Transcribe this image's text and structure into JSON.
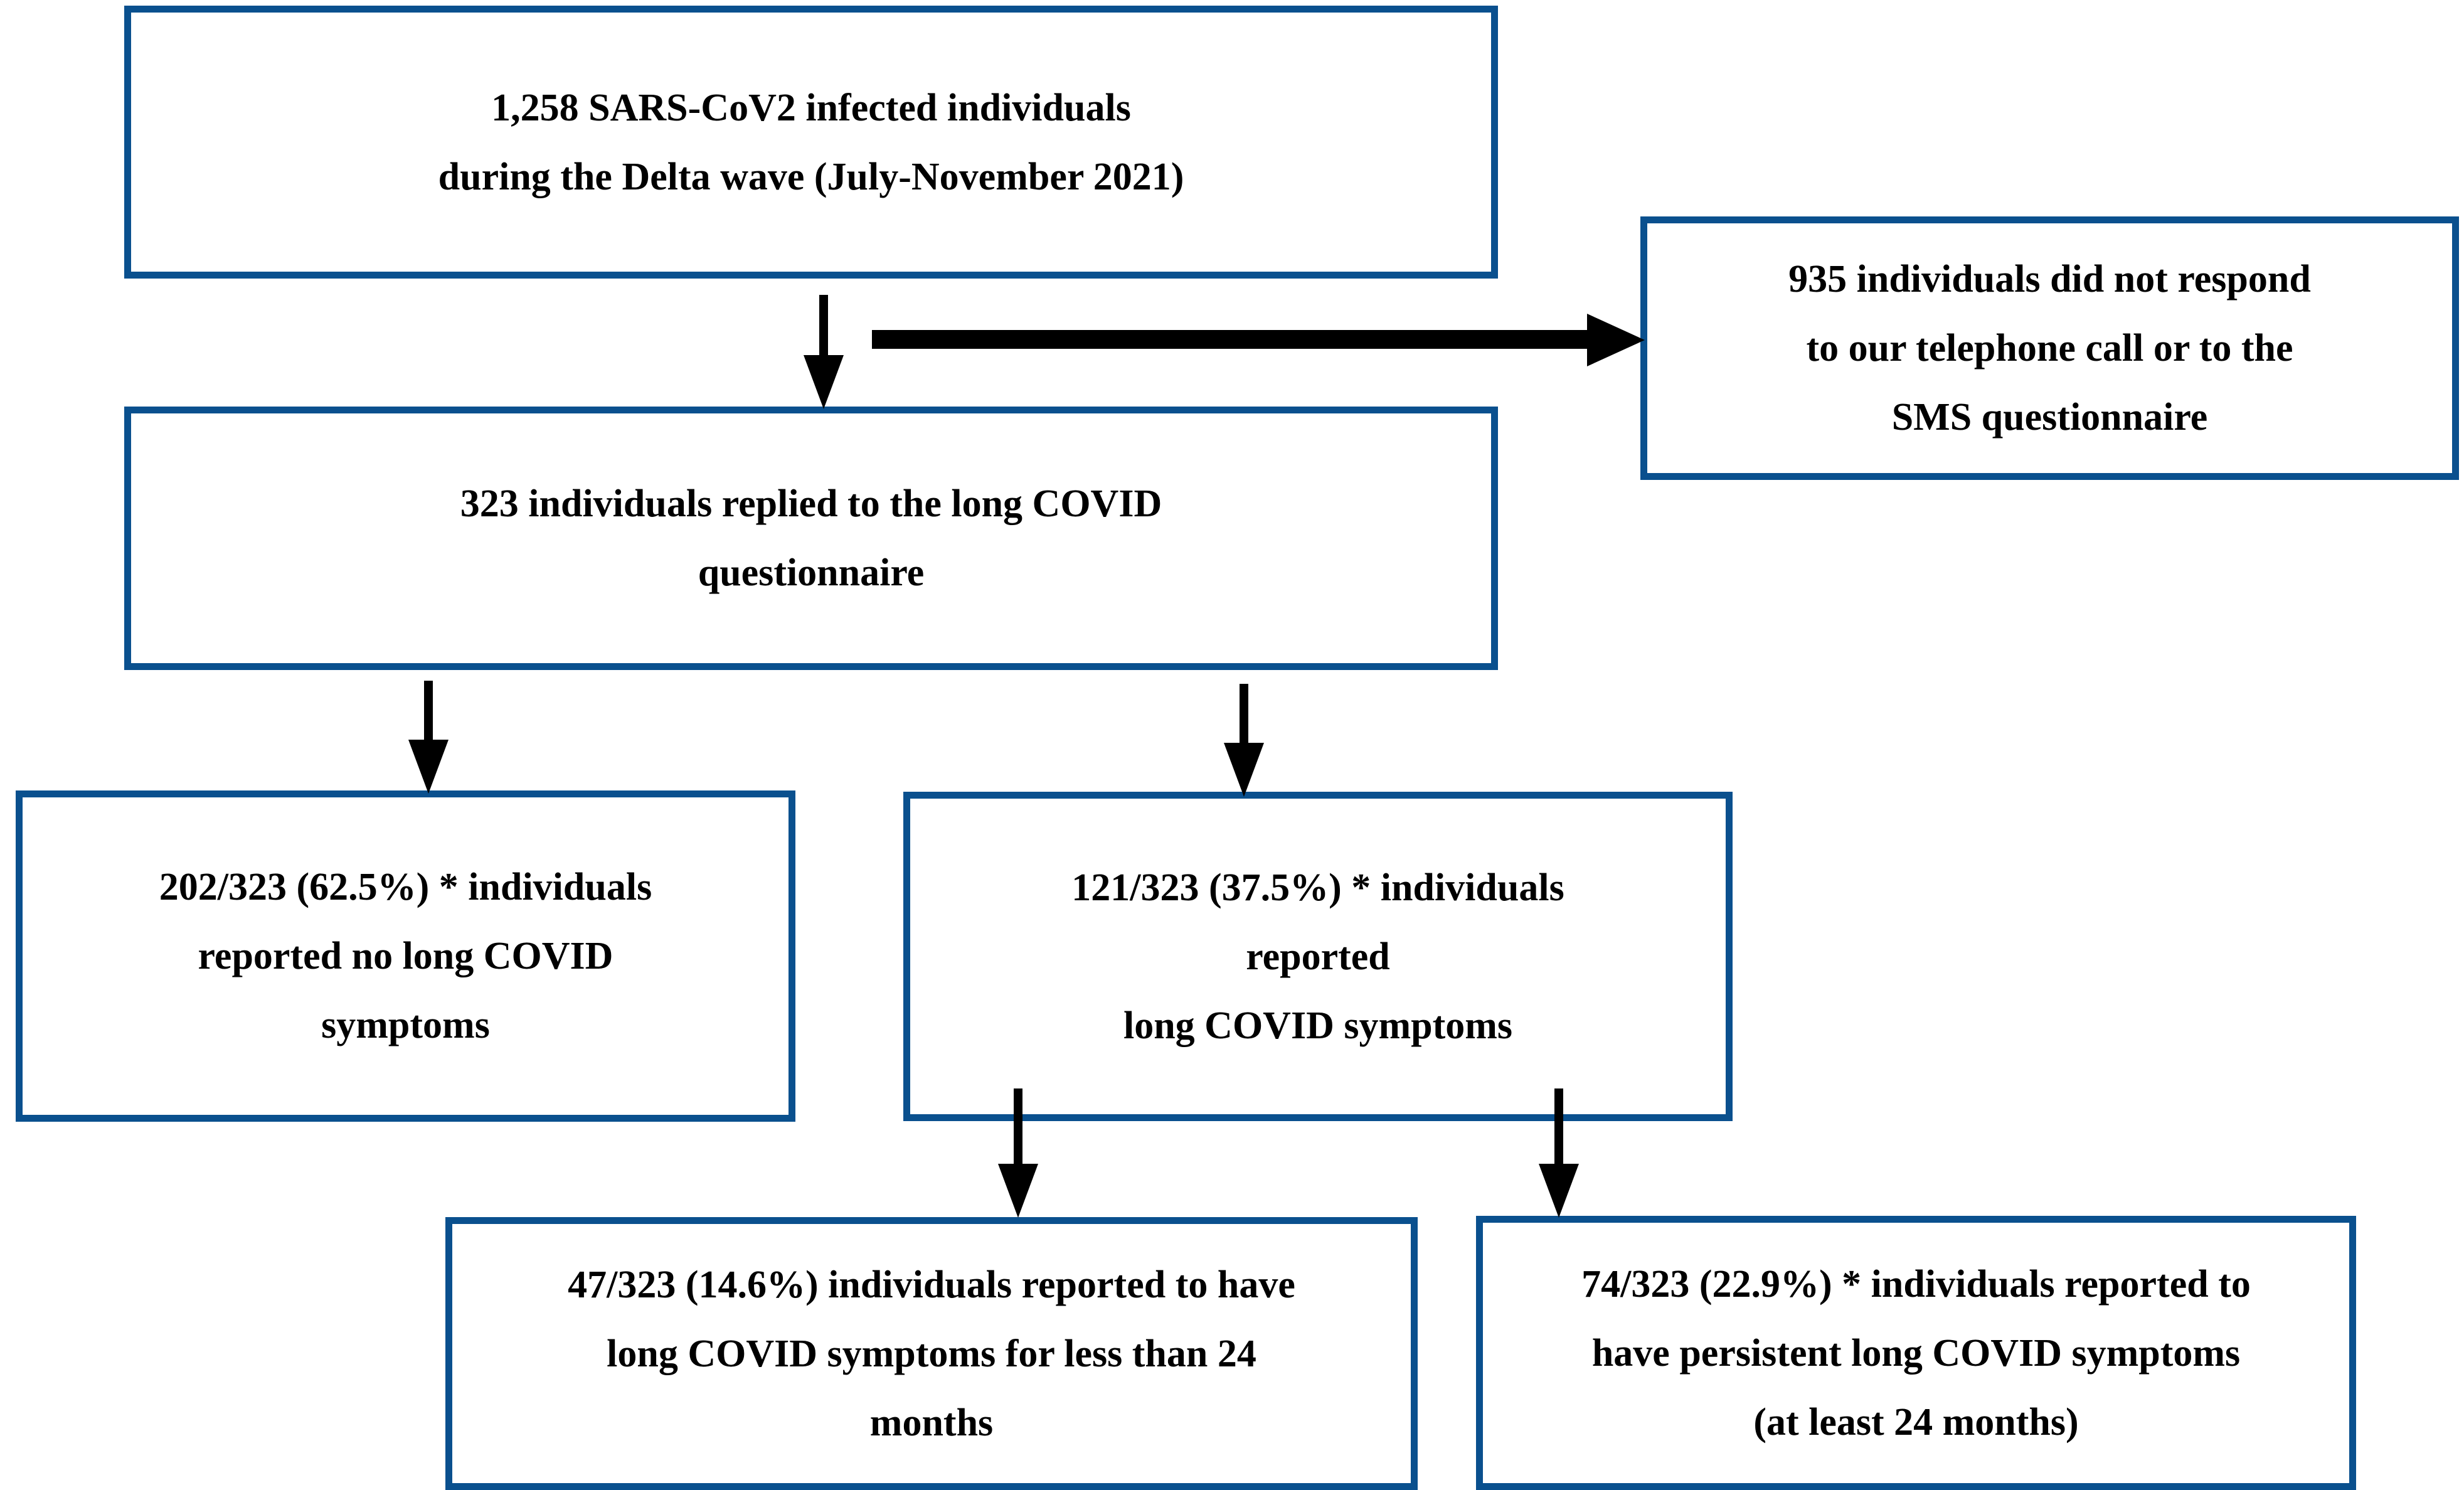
{
  "diagram": {
    "type": "flowchart",
    "accent_color": "#0A508E",
    "text_color": "#000000",
    "background_color": "#FFFFFF",
    "nodes": [
      {
        "id": "cohort",
        "lines": [
          "1,258 SARS-CoV2 infected individuals",
          "during the Delta wave (July-November 2021)"
        ]
      },
      {
        "id": "nonresponder",
        "lines": [
          "935 individuals did not respond",
          "to our telephone call or to the",
          "SMS questionnaire"
        ]
      },
      {
        "id": "responder",
        "lines": [
          "323 individuals replied to the long COVID",
          "questionnaire"
        ]
      },
      {
        "id": "nosymptoms",
        "lines": [
          "202/323 (62.5%) * individuals",
          "reported no long COVID",
          "symptoms"
        ]
      },
      {
        "id": "symptoms",
        "lines": [
          "121/323 (37.5%) * individuals",
          "reported",
          "long COVID symptoms"
        ]
      },
      {
        "id": "under24",
        "lines": [
          "47/323 (14.6%) individuals reported to have",
          "long COVID symptoms for less than 24",
          "months"
        ]
      },
      {
        "id": "persistent",
        "lines": [
          "74/323 (22.9%) * individuals reported to",
          "have persistent long COVID symptoms",
          "(at least 24 months)"
        ]
      }
    ],
    "edges": [
      {
        "id": "cohort-responder",
        "from": "cohort",
        "to": "responder",
        "direction": "down"
      },
      {
        "id": "cohort-nonresponder",
        "from": "cohort",
        "to": "nonresponder",
        "direction": "right"
      },
      {
        "id": "responder-nosymptoms",
        "from": "responder",
        "to": "nosymptoms",
        "direction": "down"
      },
      {
        "id": "responder-symptoms",
        "from": "responder",
        "to": "symptoms",
        "direction": "down"
      },
      {
        "id": "symptoms-under24",
        "from": "symptoms",
        "to": "under24",
        "direction": "down"
      },
      {
        "id": "symptoms-persistent",
        "from": "symptoms",
        "to": "persistent",
        "direction": "down"
      }
    ]
  }
}
